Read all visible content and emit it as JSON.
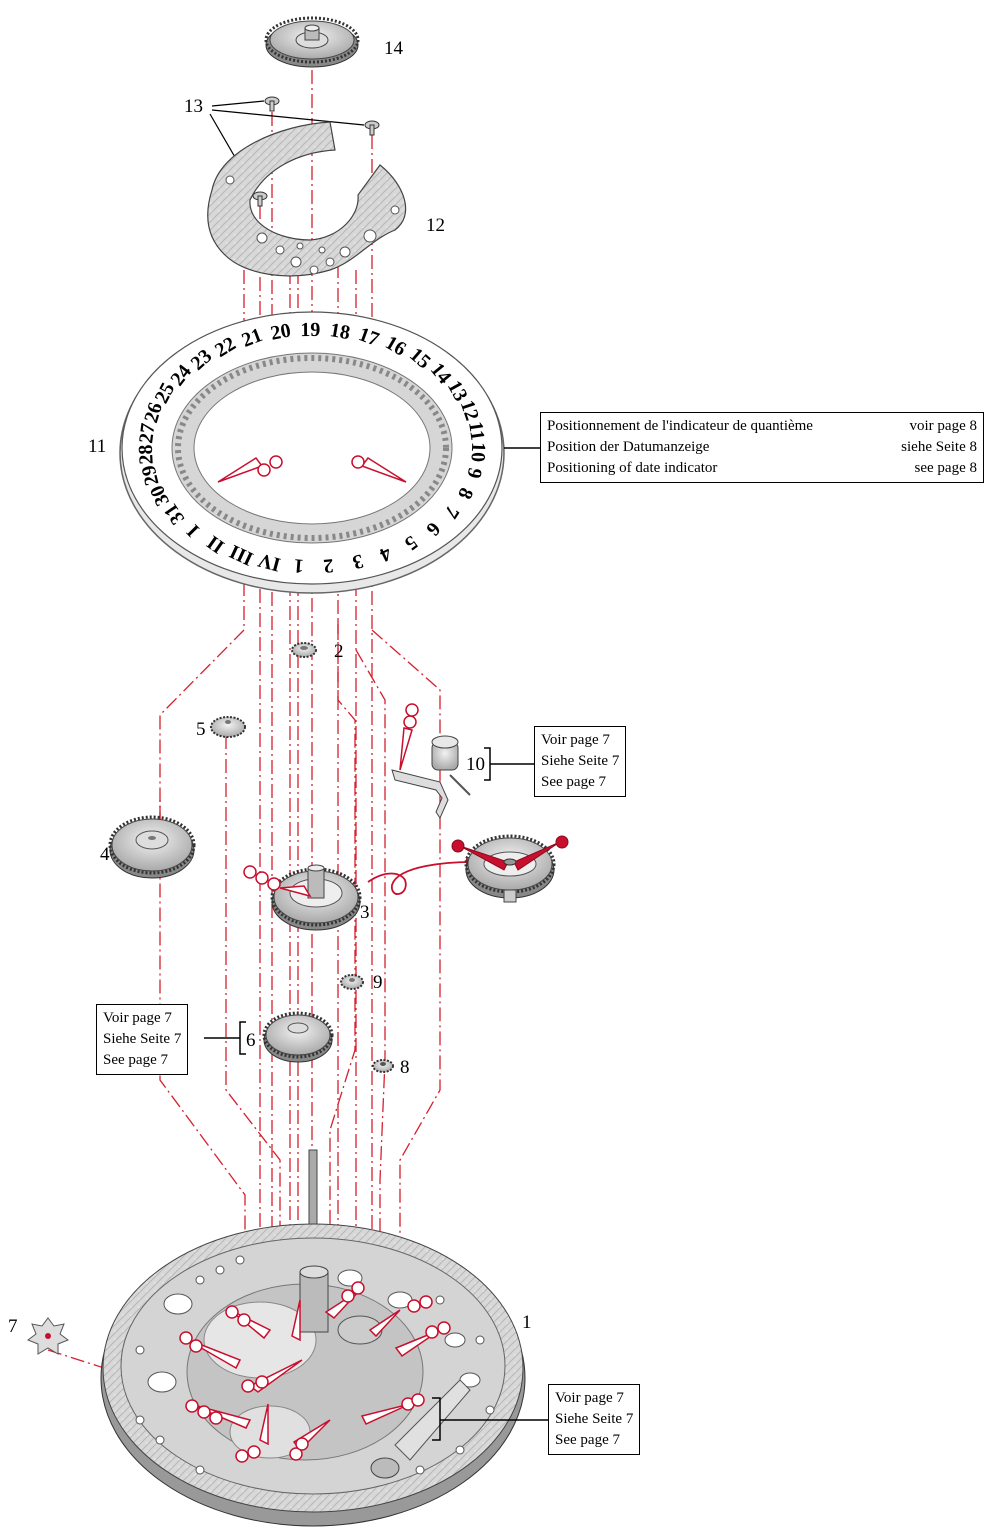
{
  "labels": {
    "p1": "1",
    "p2": "2",
    "p3": "3",
    "p4": "4",
    "p5": "5",
    "p6": "6",
    "p7": "7",
    "p8": "8",
    "p9": "9",
    "p10": "10",
    "p11": "11",
    "p12": "12",
    "p13": "13",
    "p14": "14"
  },
  "date_box": {
    "rows": [
      {
        "text": "Positionnement de l'indicateur de quantième",
        "ref": "voir page 8"
      },
      {
        "text": "Position der Datumanzeige",
        "ref": "siehe Seite 8"
      },
      {
        "text": "Positioning of date indicator",
        "ref": "see page 8"
      }
    ]
  },
  "ref_box_10": [
    "Voir page 7",
    "Siehe Seite 7",
    "See page 7"
  ],
  "ref_box_6": [
    "Voir page 7",
    "Siehe Seite 7",
    "See page 7"
  ],
  "ref_box_1": [
    "Voir page 7",
    "Siehe Seite 7",
    "See page 7"
  ],
  "date_ring": {
    "numbers": [
      "17",
      "16",
      "15",
      "14",
      "13",
      "12",
      "11",
      "10",
      "9",
      "8",
      "7",
      "6",
      "5",
      "4",
      "3",
      "2",
      "1",
      "IV",
      "III",
      "II",
      "I",
      "31",
      "30",
      "29",
      "28",
      "27",
      "26",
      "25",
      "24",
      "23",
      "22",
      "21",
      "20",
      "19",
      "18"
    ]
  },
  "colors": {
    "accent": "#c8102e",
    "line": "#d4202f",
    "metal": "#cfcfcf",
    "metal_dark": "#8a8a8a"
  }
}
